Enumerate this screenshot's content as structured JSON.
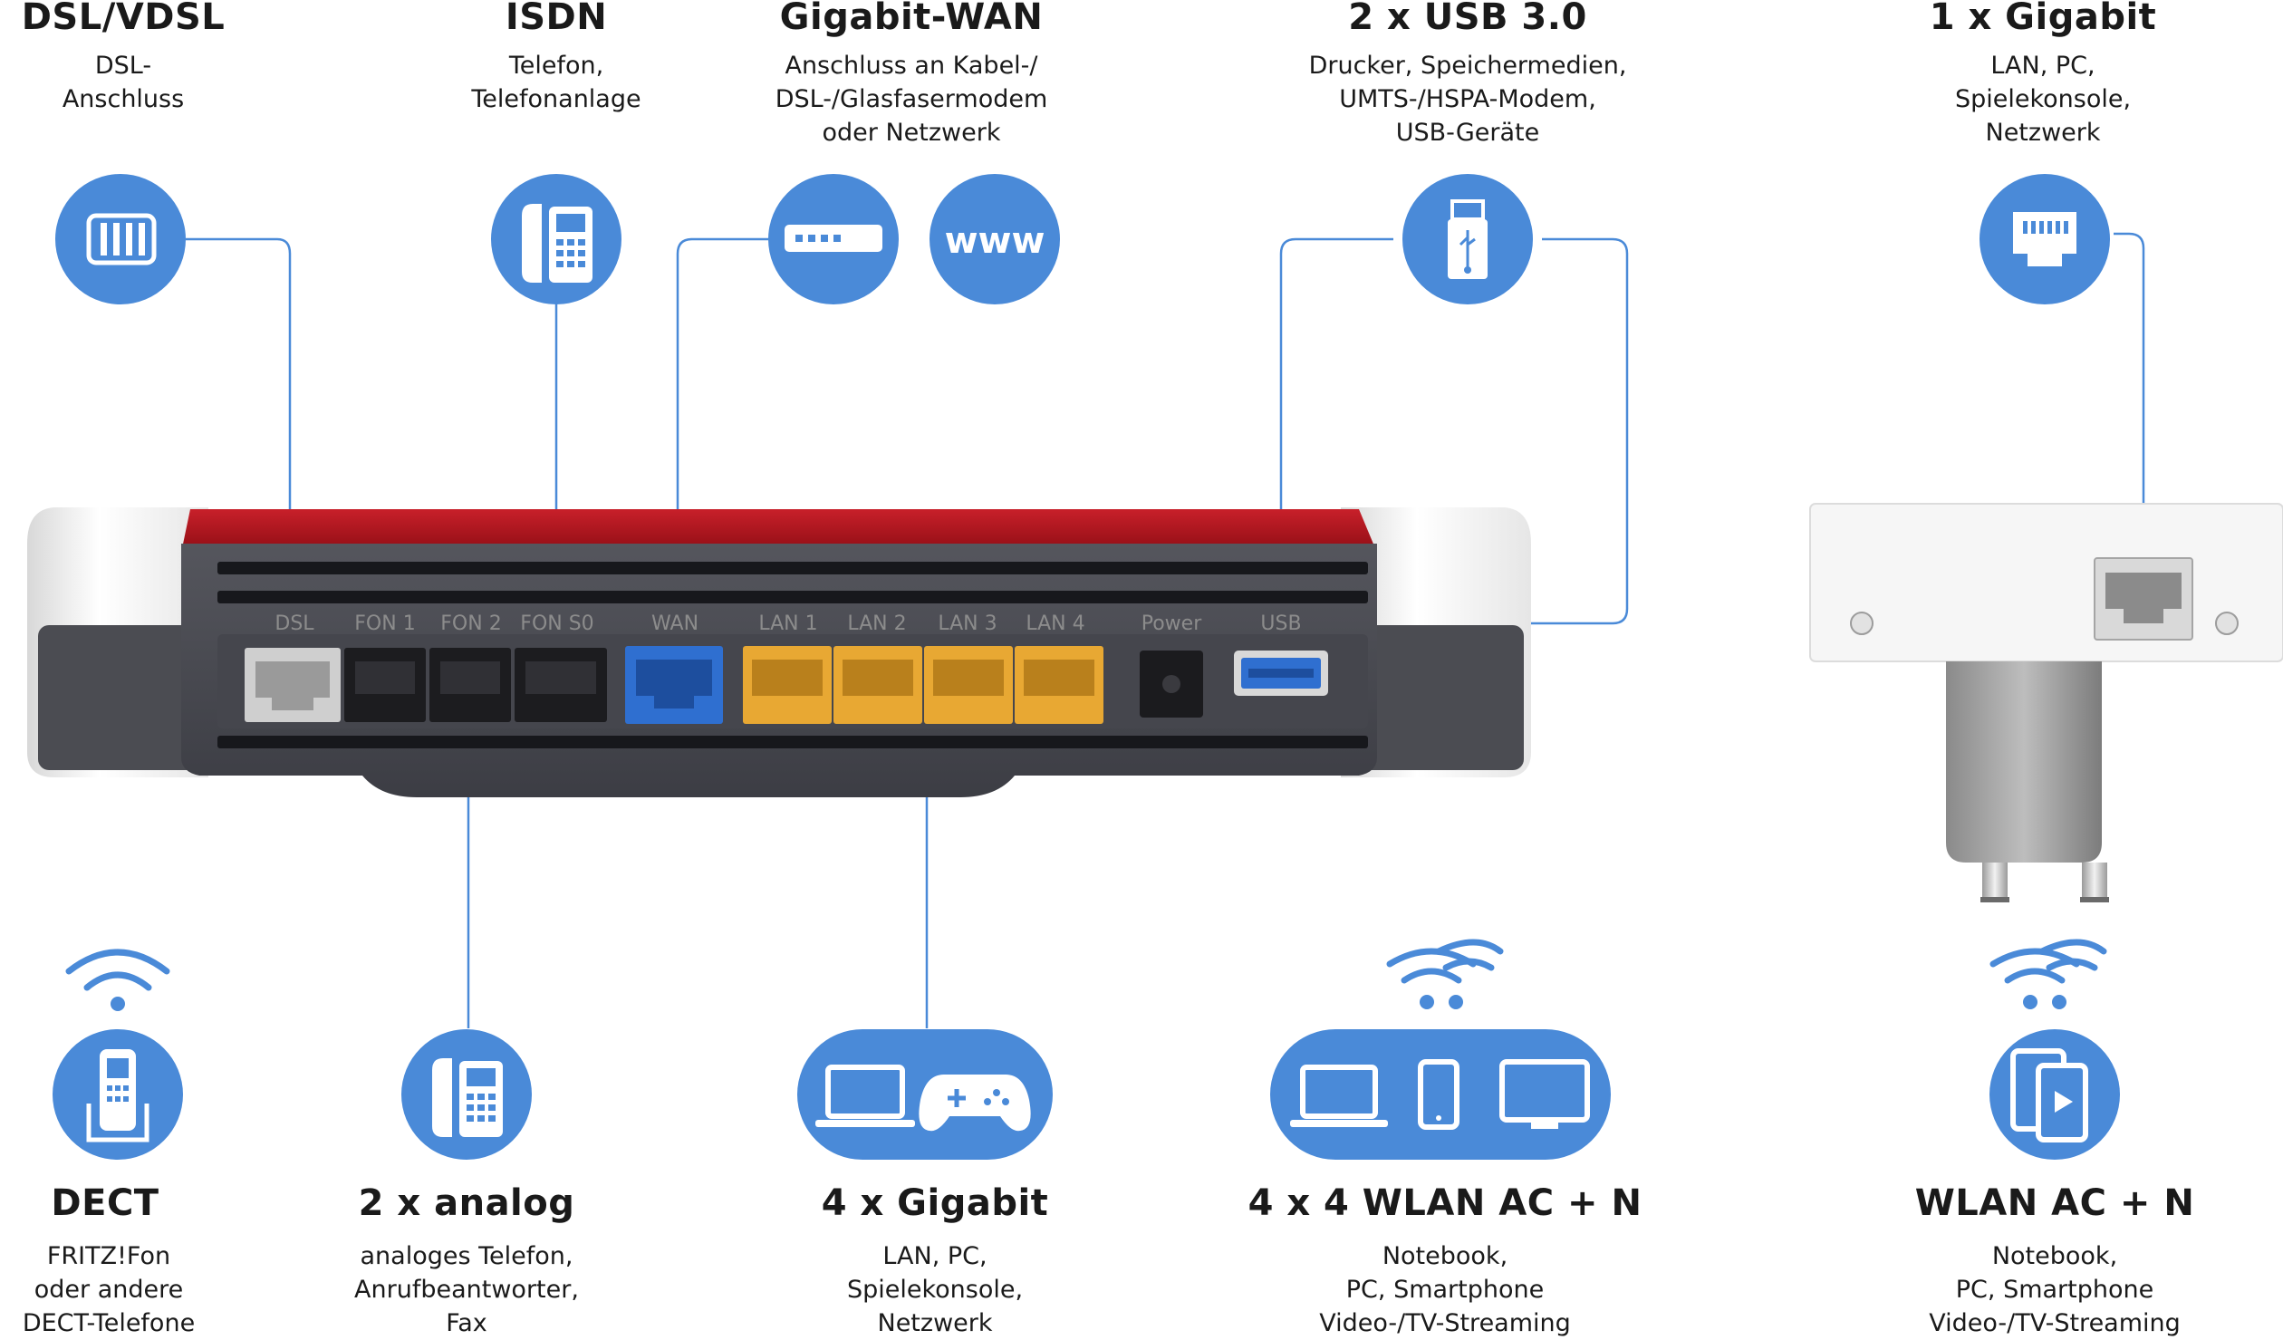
{
  "colors": {
    "accent_blue": "#4a8ad8",
    "router_red": "#b3111a",
    "router_body": "#4a4b52",
    "lan_yellow": "#e8a833",
    "wan_blue": "#2f6fd0"
  },
  "top_features": [
    {
      "title": "DSL/VDSL",
      "lines": [
        "DSL-",
        "Anschluss"
      ],
      "icon": "dsl-port-icon"
    },
    {
      "title": "ISDN",
      "lines": [
        "Telefon,",
        "Telefonanlage"
      ],
      "icon": "desk-phone-icon"
    },
    {
      "title": "Gigabit-WAN",
      "lines": [
        "Anschluss an Kabel-/",
        "DSL-/Glasfasermodem",
        "oder Netzwerk"
      ],
      "icon": "modem-icon",
      "icon2": "www",
      "icon2_name": "www-icon"
    },
    {
      "title": "2 x USB 3.0",
      "lines": [
        "Drucker, Speichermedien,",
        "UMTS-/HSPA-Modem,",
        "USB-Geräte"
      ],
      "icon": "usb-stick-icon"
    },
    {
      "title": "1 x Gigabit",
      "lines": [
        "LAN, PC,",
        "Spielekonsole,",
        "Netzwerk"
      ],
      "icon": "ethernet-port-icon"
    }
  ],
  "bottom_features": [
    {
      "title": "DECT",
      "lines": [
        "FRITZ!Fon",
        "oder andere",
        "DECT-Telefone"
      ],
      "icon": "cordless-phone-icon"
    },
    {
      "title": "2 x analog",
      "lines": [
        "analoges Telefon,",
        "Anrufbeantworter,",
        "Fax"
      ],
      "icon": "desk-phone-icon"
    },
    {
      "title": "4 x Gigabit",
      "lines": [
        "LAN, PC,",
        "Spielekonsole,",
        "Netzwerk"
      ],
      "icon": "laptop-gamepad-icon"
    },
    {
      "title": "4 x 4 WLAN AC + N",
      "lines": [
        "Notebook,",
        "PC, Smartphone",
        "Video-/TV-Streaming"
      ],
      "icon": "devices-icon"
    },
    {
      "title": "WLAN AC + N",
      "lines": [
        "Notebook,",
        "PC, Smartphone",
        "Video-/TV-Streaming"
      ],
      "icon": "tablet-video-icon"
    }
  ],
  "router_labels": [
    "DSL",
    "FON 1",
    "FON 2",
    "FON S0",
    "WAN",
    "LAN 1",
    "LAN 2",
    "LAN 3",
    "LAN 4",
    "Power",
    "USB"
  ]
}
